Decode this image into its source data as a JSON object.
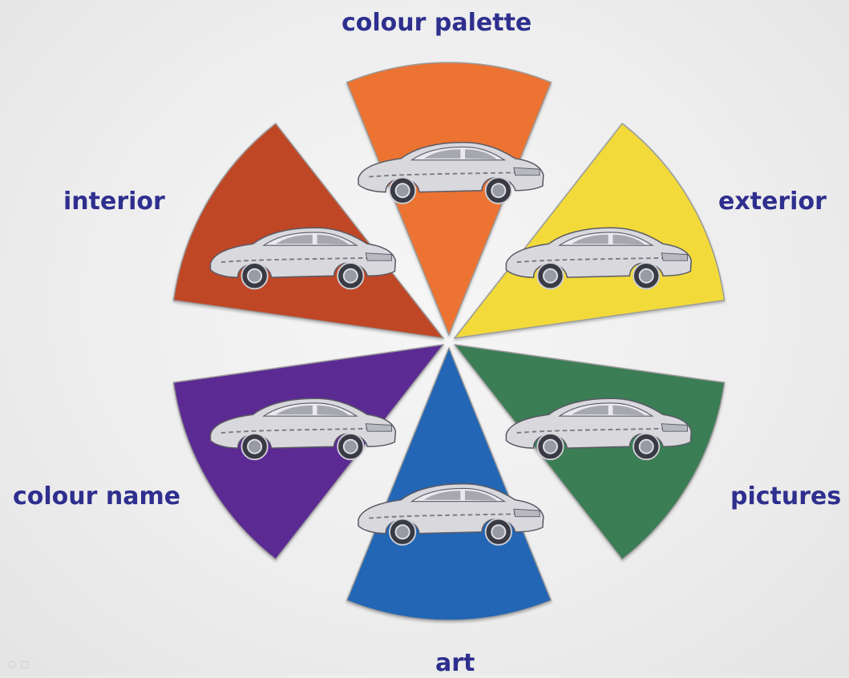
{
  "segments": [
    {
      "id": "top",
      "label": "colour palette",
      "color": "#ec7330"
    },
    {
      "id": "upper-right",
      "label": "exterior",
      "color": "#f2da3a"
    },
    {
      "id": "lower-right",
      "label": "pictures",
      "color": "#3b7d55"
    },
    {
      "id": "bottom",
      "label": "art",
      "color": "#2466b5"
    },
    {
      "id": "lower-left",
      "label": "colour name",
      "color": "#5b2c93"
    },
    {
      "id": "upper-left",
      "label": "interior",
      "color": "#bf4626"
    }
  ],
  "segment_icon": "car-icon",
  "corner_icons": [
    "circle-icon",
    "square-icon"
  ]
}
